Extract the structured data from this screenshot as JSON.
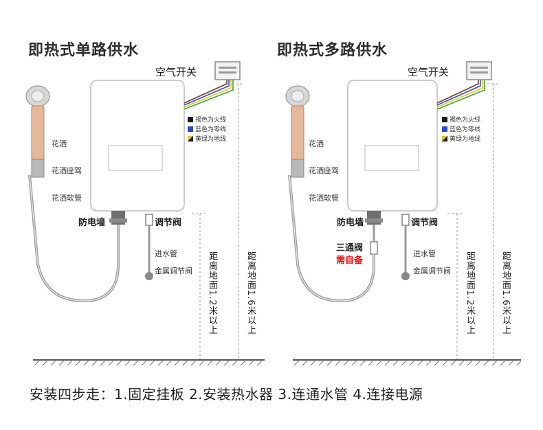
{
  "left": {
    "title": "即热式单路供水",
    "air_switch": "空气开关",
    "legend": {
      "brown": "褐色为火线",
      "blue": "蓝色为零线",
      "yellow_green": "黄绿为地线"
    },
    "shower_head": "花洒",
    "shower_seat": "花洒座驾",
    "shower_hose": "花洒软管",
    "anti_shock": "防电墙",
    "adjust_valve": "调节阀",
    "inlet_pipe": "进水管",
    "metal_valve": "金属调节阀",
    "dist_12": "距离地面1.2米以上",
    "dist_16": "距离地面1.6米以上"
  },
  "right": {
    "title": "即热式多路供水",
    "air_switch": "空气开关",
    "legend": {
      "brown": "褐色为火线",
      "blue": "蓝色为零线",
      "yellow_green": "黄绿为地线"
    },
    "shower_head": "花洒",
    "shower_seat": "花洒座驾",
    "shower_hose": "花洒软管",
    "anti_shock": "防电墙",
    "adjust_valve": "调节阀",
    "three_way": "三通阀",
    "self_prepare": "需自备",
    "inlet_pipe": "进水管",
    "metal_valve": "金属调节阀",
    "dist_12": "距离地面1.2米以上",
    "dist_16": "距离地面1.6米以上"
  },
  "footer": "安装四步走：1.固定挂板 2.安装热水器 3.连通水管 4.连接电源",
  "colors": {
    "brown_wire": "#6b3a1e",
    "blue_wire": "#2a49c9",
    "yellow_wire": "#e6c81c",
    "green_wire": "#3aa33a",
    "red_text": "#e11111"
  }
}
